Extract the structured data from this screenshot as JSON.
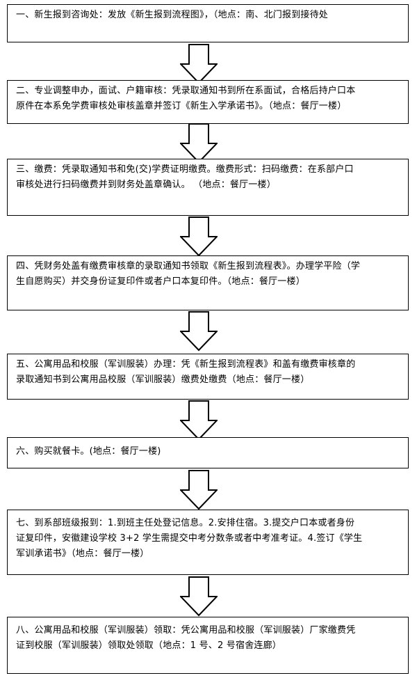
{
  "steps": [
    {
      "text": "一、新生报到咨询处：发放《新生报到流程图》，（地点：南、北门报到接待处"
    },
    {
      "text": "二、专业调整申办，面试、户籍审核：凭录取通知书到所在系面试，合格后持户口本\n原件在本系免学费审核处审核盖章并签订《新生入学承诺书》。（地点：餐厅一楼）"
    },
    {
      "text": "三、缴费：凭录取通知书和免(交)学费证明缴费。缴费形式：扫码缴费：在系部户口\n审核处进行扫码缴费并到财务处盖章确认。   （地点：餐厅一楼）"
    },
    {
      "text": "四、凭财务处盖有缴费审核章的录取通知书领取《新生报到流程表》。办理学平险（学\n生自愿购买）并交身份证复印件或者户口本复印件。（地点：餐厅一楼）"
    },
    {
      "text": "五、公寓用品和校服（军训服装）办理：凭《新生报到流程表》和盖有缴费审核章的\n录取通知书到公寓用品校服（军训服装）缴费处缴费（地点：餐厅一楼）"
    },
    {
      "text": "六、购买就餐卡。(地点：餐厅一楼)"
    },
    {
      "text": "七、到系部班级报到：1.到班主任处登记信息。2.安排住宿。3.提交户口本或者身份\n证复印件，安徽建设学校 3+2 学生需提交中考分数条或者中考准考证。4.签订《学生\n军训承诺书》（地点：餐厅一楼）"
    },
    {
      "text": "八、公寓用品和校服（军训服装）领取：凭公寓用品和校服（军训服装）厂家缴费凭\n证到校服（军训服装）领取处领取（地点：1 号、2 号宿舍连廊）"
    }
  ],
  "arrow_color": "#000000"
}
